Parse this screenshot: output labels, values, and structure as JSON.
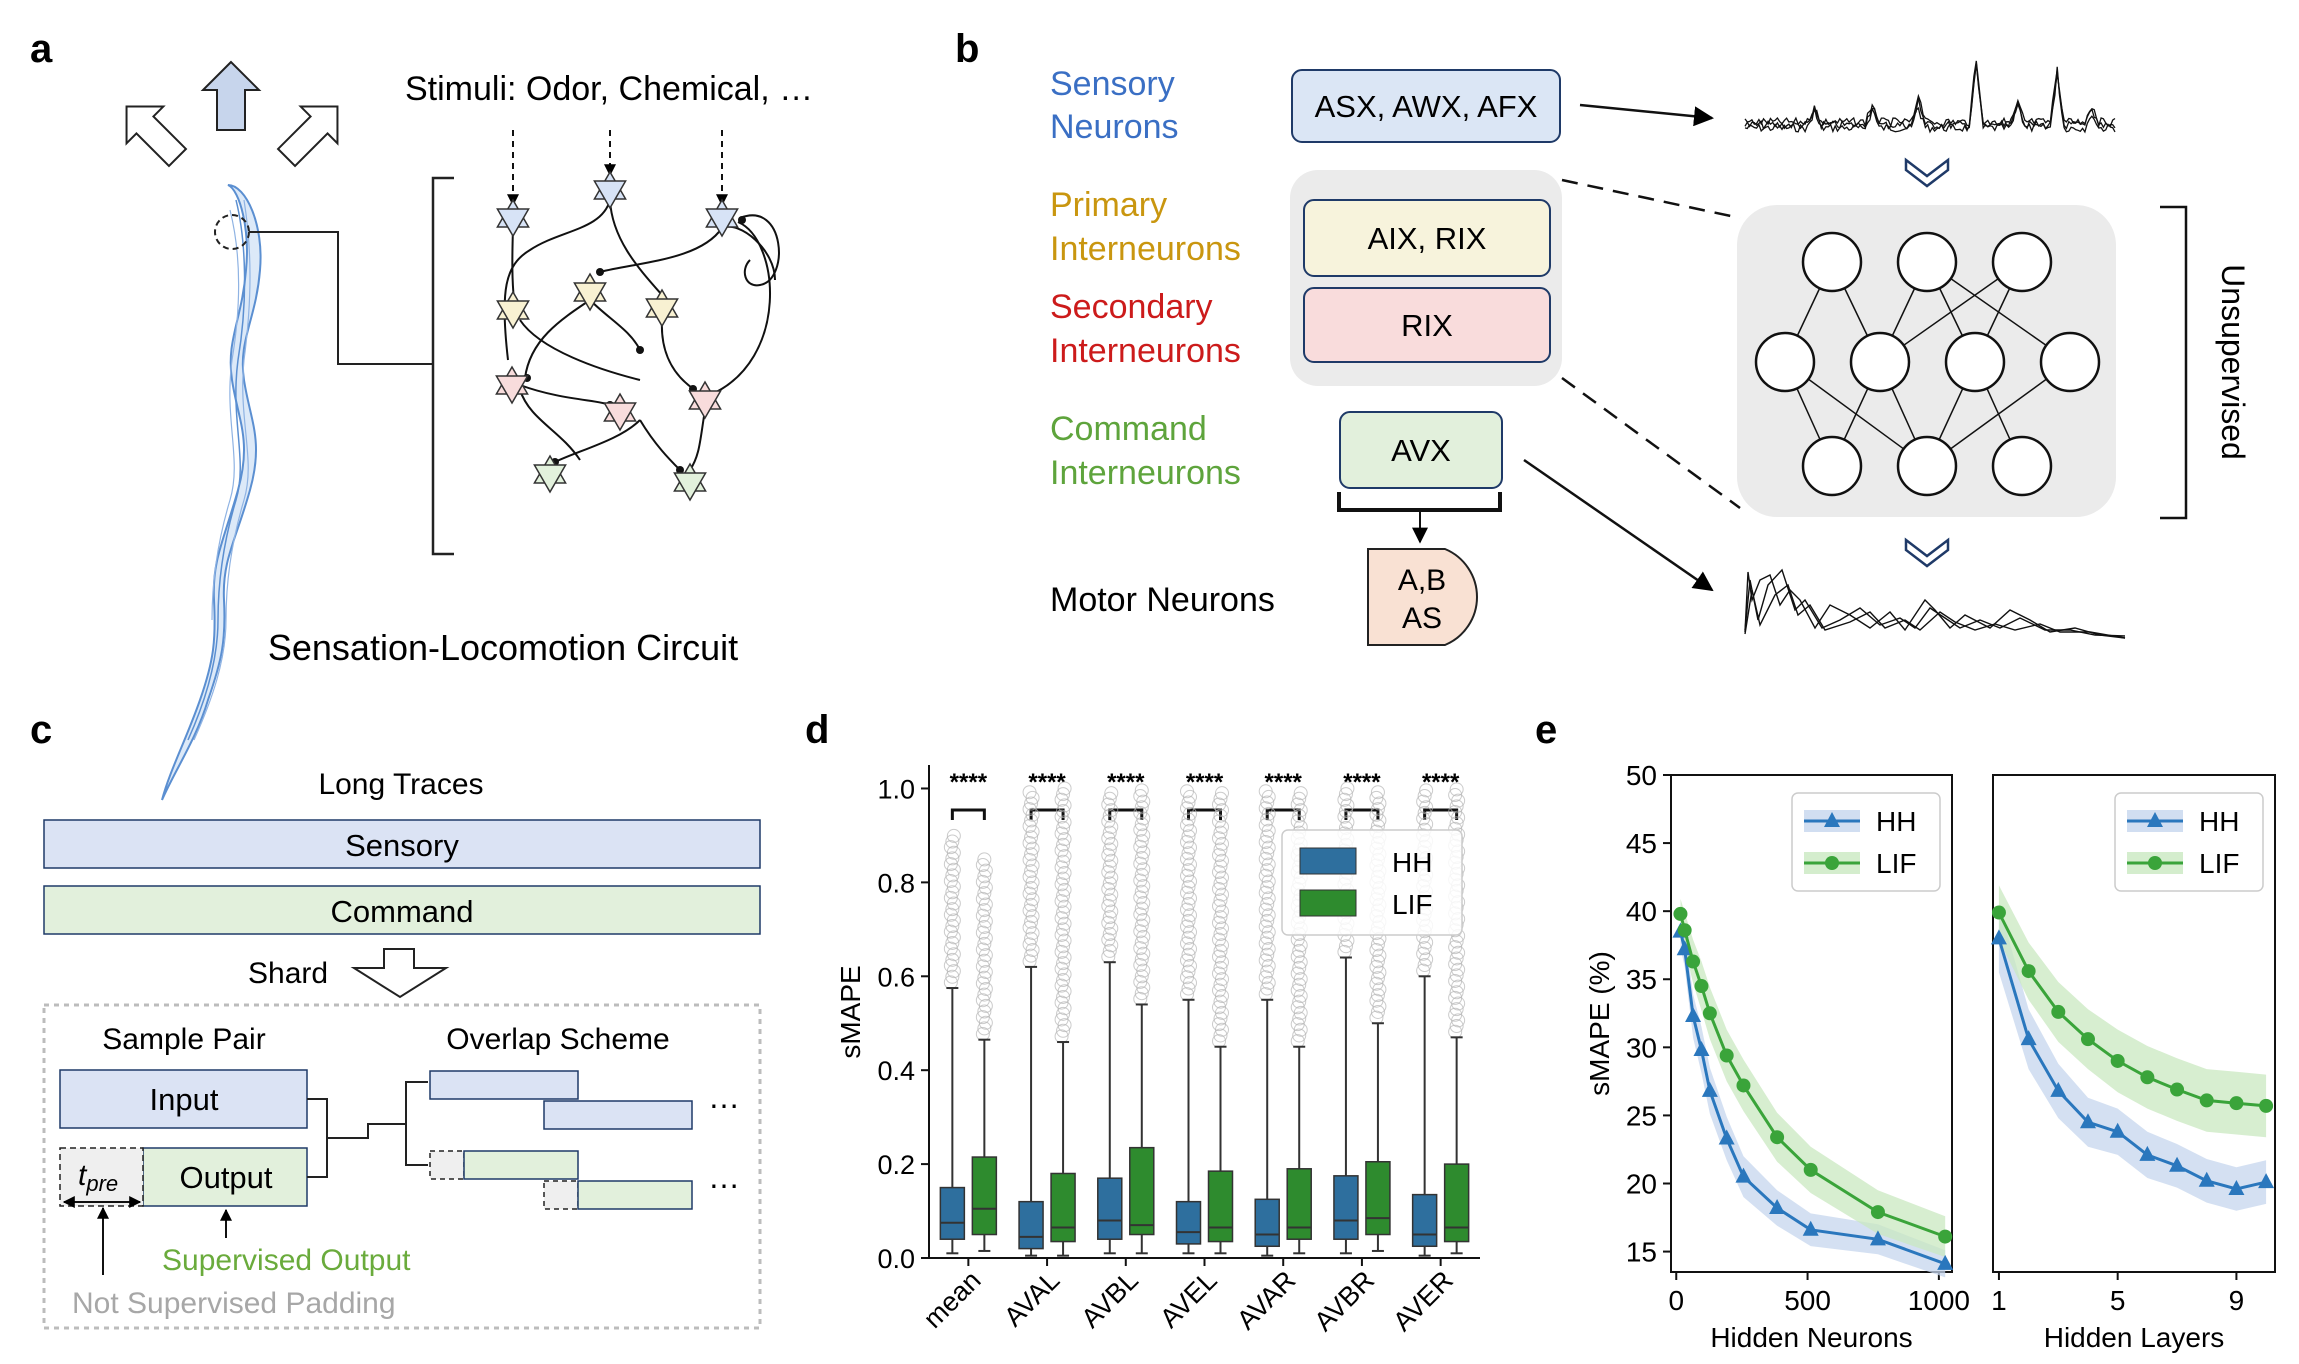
{
  "panels": {
    "a": {
      "label": "a",
      "stimuli": "Stimuli: Odor, Chemical, …",
      "caption": "Sensation-Locomotion Circuit"
    },
    "b": {
      "label": "b",
      "rows": [
        {
          "line1": "Sensory",
          "line2": "Neurons",
          "box": "ASX, AWX, AFX",
          "color": "#3a6fc4",
          "fill": "#dbe6f5"
        },
        {
          "line1": "Primary",
          "line2": "Interneurons",
          "box": "AIX, RIX",
          "color": "#c9960f",
          "fill": "#f7f3dc"
        },
        {
          "line1": "Secondary",
          "line2": "Interneurons",
          "box": "RIX",
          "color": "#cc1b1b",
          "fill": "#f9dcdc"
        },
        {
          "line1": "Command",
          "line2": "Interneurons",
          "box": "AVX",
          "color": "#5ea43c",
          "fill": "#e2f0dc"
        }
      ],
      "motor_label": "Motor Neurons",
      "motor_box_line1": "A,B",
      "motor_box_line2": "AS",
      "motor_fill": "#f9e1d3",
      "side_label": "Unsupervised"
    },
    "c": {
      "label": "c",
      "long_traces": "Long Traces",
      "sensory": "Sensory",
      "command": "Command",
      "shard": "Shard",
      "sample_pair": "Sample Pair",
      "overlap_scheme": "Overlap Scheme",
      "input": "Input",
      "output": "Output",
      "tpre": "t",
      "tpre_sub": "pre",
      "ellipsis": "…",
      "supervised_output": "Supervised Output",
      "not_supervised": "Not Supervised Padding",
      "supervised_color": "#6aab3c",
      "padding_color": "#a7a7a7"
    },
    "d": {
      "label": "d"
    },
    "e": {
      "label": "e"
    }
  },
  "chart_data": [
    {
      "type": "box",
      "panel": "d",
      "ylabel": "sMAPE",
      "ylim": [
        0,
        1.05
      ],
      "yticks": [
        0.0,
        0.2,
        0.4,
        0.6,
        0.8,
        1.0
      ],
      "categories": [
        "mean",
        "AVAL",
        "AVBL",
        "AVEL",
        "AVAR",
        "AVBR",
        "AVER"
      ],
      "significance": [
        "****",
        "****",
        "****",
        "****",
        "****",
        "****",
        "****"
      ],
      "legend": {
        "position": "upper-right"
      },
      "series": [
        {
          "name": "HH",
          "color": "#2e6f9e",
          "q1": [
            0.04,
            0.02,
            0.04,
            0.03,
            0.025,
            0.04,
            0.025
          ],
          "median": [
            0.075,
            0.045,
            0.08,
            0.055,
            0.05,
            0.08,
            0.05
          ],
          "q3": [
            0.15,
            0.12,
            0.17,
            0.12,
            0.125,
            0.175,
            0.135
          ],
          "whisker_low": [
            0.01,
            0.005,
            0.01,
            0.01,
            0.005,
            0.01,
            0.005
          ],
          "whisker_high": [
            0.575,
            0.62,
            0.63,
            0.55,
            0.55,
            0.64,
            0.6
          ],
          "outlier_max": [
            0.9,
            1.0,
            1.0,
            1.0,
            1.0,
            1.0,
            1.0
          ]
        },
        {
          "name": "LIF",
          "color": "#2e8b2e",
          "q1": [
            0.05,
            0.035,
            0.05,
            0.035,
            0.04,
            0.05,
            0.035
          ],
          "median": [
            0.105,
            0.065,
            0.07,
            0.065,
            0.065,
            0.085,
            0.065
          ],
          "q3": [
            0.215,
            0.18,
            0.235,
            0.185,
            0.19,
            0.205,
            0.2
          ],
          "whisker_low": [
            0.015,
            0.005,
            0.01,
            0.01,
            0.01,
            0.015,
            0.01
          ],
          "whisker_high": [
            0.465,
            0.46,
            0.54,
            0.45,
            0.45,
            0.5,
            0.47
          ],
          "outlier_max": [
            0.85,
            1.0,
            1.0,
            1.0,
            1.0,
            1.0,
            1.0
          ]
        }
      ]
    },
    {
      "type": "line",
      "panel": "e-left",
      "xlabel": "Hidden Neurons",
      "ylabel": "sMAPE (%)",
      "xlim": [
        -20,
        1050
      ],
      "ylim": [
        13.5,
        50
      ],
      "xticks": [
        0,
        500,
        1000
      ],
      "yticks": [
        15,
        20,
        25,
        30,
        35,
        40,
        45,
        50
      ],
      "legend": {
        "position": "upper-right"
      },
      "series": [
        {
          "name": "HH",
          "color": "#2a77bd",
          "marker": "triangle",
          "x": [
            16,
            32,
            64,
            96,
            128,
            192,
            256,
            384,
            512,
            768,
            1024
          ],
          "y": [
            38.5,
            37.2,
            32.3,
            29.8,
            26.8,
            23.3,
            20.5,
            18.2,
            16.6,
            15.9,
            14.1
          ],
          "band": [
            1.2,
            1.3,
            1.6,
            1.7,
            1.7,
            1.6,
            1.5,
            1.3,
            1.2,
            1.1,
            1.0
          ]
        },
        {
          "name": "LIF",
          "color": "#3aa43a",
          "marker": "circle",
          "x": [
            16,
            32,
            64,
            96,
            128,
            192,
            256,
            384,
            512,
            768,
            1024
          ],
          "y": [
            39.8,
            38.6,
            36.3,
            34.5,
            32.5,
            29.4,
            27.2,
            23.4,
            21.0,
            17.9,
            16.1
          ],
          "band": [
            1.1,
            1.3,
            1.6,
            1.8,
            1.9,
            1.9,
            1.9,
            1.8,
            1.7,
            1.6,
            1.5
          ]
        }
      ]
    },
    {
      "type": "line",
      "panel": "e-right",
      "xlabel": "Hidden Layers",
      "ylim": [
        13.5,
        50
      ],
      "xlim": [
        0.8,
        10.3
      ],
      "xticks": [
        1,
        5,
        9
      ],
      "legend": {
        "position": "upper-right"
      },
      "series": [
        {
          "name": "HH",
          "color": "#2a77bd",
          "marker": "triangle",
          "x": [
            1,
            2,
            3,
            4,
            5,
            6,
            7,
            8,
            9,
            10
          ],
          "y": [
            38.0,
            30.6,
            26.8,
            24.5,
            23.8,
            22.1,
            21.3,
            20.2,
            19.6,
            20.1
          ],
          "band": [
            2.5,
            2.2,
            2.0,
            1.8,
            1.7,
            1.7,
            1.6,
            1.6,
            1.6,
            1.6
          ]
        },
        {
          "name": "LIF",
          "color": "#3aa43a",
          "marker": "circle",
          "x": [
            1,
            2,
            3,
            4,
            5,
            6,
            7,
            8,
            9,
            10
          ],
          "y": [
            39.9,
            35.6,
            32.6,
            30.6,
            29.0,
            27.8,
            26.9,
            26.1,
            25.9,
            25.7
          ],
          "band": [
            2.0,
            2.1,
            2.2,
            2.2,
            2.3,
            2.3,
            2.3,
            2.3,
            2.3,
            2.3
          ]
        }
      ]
    }
  ]
}
